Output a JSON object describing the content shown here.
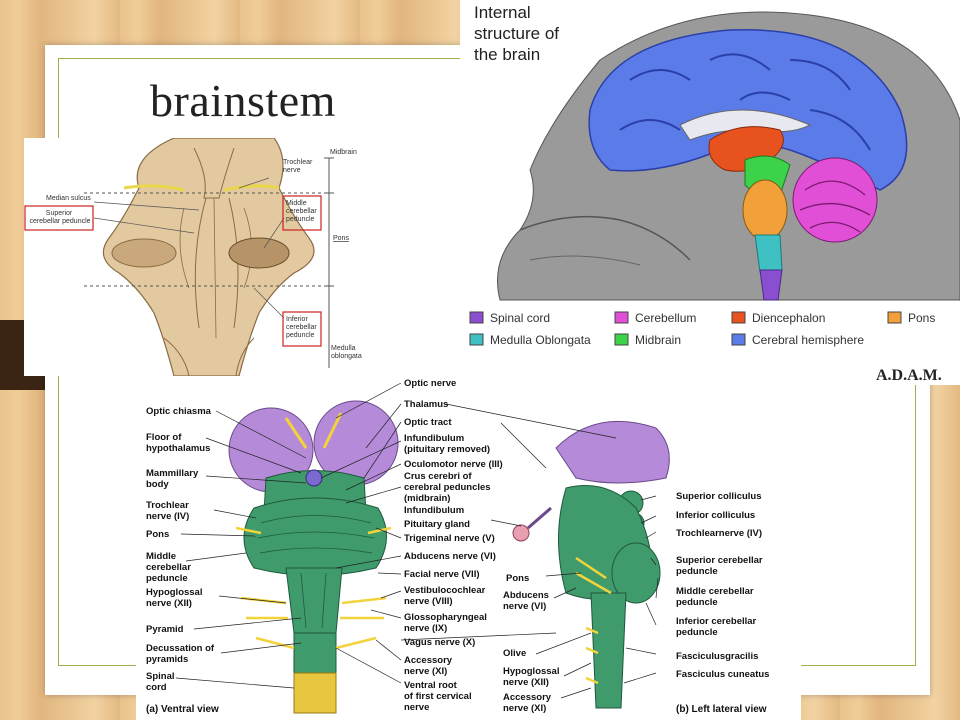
{
  "slide": {
    "title": "brainstem"
  },
  "dorsal_panel": {
    "labels": {
      "midbrain": "Midbrain",
      "trochlear": "Trochlear\nnerve",
      "median_sulcus": "Median sulcus",
      "superior_ped": "Superior\ncerebellar peduncle",
      "middle_ped": "Middle\ncerebellar\npeduncle",
      "pons": "Pons",
      "inferior_ped": "Inferior\ncerebellar\npeduncle",
      "medulla": "Medulla\noblongata"
    },
    "colors": {
      "tissue": "#e3c9a0",
      "outline": "#8a6b45",
      "highlight_box": "#cc2222",
      "nerve": "#e8d84a"
    }
  },
  "sagittal_panel": {
    "title": "Internal\nstructure of\nthe brain",
    "legend": [
      {
        "label": "Spinal cord",
        "color": "#8a4fd0"
      },
      {
        "label": "Cerebellum",
        "color": "#e14fd6"
      },
      {
        "label": "Diencephalon",
        "color": "#e8521f"
      },
      {
        "label": "Pons",
        "color": "#f2a13a"
      },
      {
        "label": "Medulla Oblongata",
        "color": "#3fc1c4"
      },
      {
        "label": "Midbrain",
        "color": "#3cd24a"
      },
      {
        "label": "Cerebral hemisphere",
        "color": "#5b7be8"
      }
    ],
    "logo": "A.D.A.M."
  },
  "views_panel": {
    "ventral_left_labels": [
      {
        "text": "Optic chiasma"
      },
      {
        "text": "Floor of\nhypothalamus"
      },
      {
        "text": "Mammillary\nbody"
      },
      {
        "text": "Trochlear\nnerve (IV)"
      },
      {
        "text": "Pons"
      },
      {
        "text": "Middle\ncerebellar\npeduncle"
      },
      {
        "text": "Hypoglossal\nnerve (XII)"
      },
      {
        "text": "Pyramid"
      },
      {
        "text": "Decussation of\npyramids"
      },
      {
        "text": "Spinal\ncord"
      }
    ],
    "center_labels": [
      {
        "text": "Optic nerve"
      },
      {
        "text": "Thalamus"
      },
      {
        "text": "Optic tract"
      },
      {
        "text": "Infundibulum\n(pituitary removed)"
      },
      {
        "text": "Oculomotor nerve (III)"
      },
      {
        "text": "Crus cerebri of\ncerebral peduncles\n(midbrain)"
      },
      {
        "text": "Infundibulum"
      },
      {
        "text": "Pituitary gland"
      },
      {
        "text": "Trigeminal nerve (V)"
      },
      {
        "text": "Abducens nerve (VI)"
      },
      {
        "text": "Facial nerve (VII)"
      },
      {
        "text": "Vestibulocochlear\nnerve (VIII)"
      },
      {
        "text": "Glossopharyngeal\nnerve (IX)"
      },
      {
        "text": "Vagus nerve (X)"
      },
      {
        "text": "Accessory\nnerve (XI)"
      },
      {
        "text": "Ventral root\nof first cervical\nnerve"
      }
    ],
    "lateral_left_labels": [
      {
        "text": "Pons"
      },
      {
        "text": "Abducens\nnerve (VI)"
      },
      {
        "text": "Olive"
      },
      {
        "text": "Hypoglossal\nnerve (XII)"
      },
      {
        "text": "Accessory\nnerve (XI)"
      }
    ],
    "lateral_right_labels": [
      {
        "text": "Superior colliculus"
      },
      {
        "text": "Inferior colliculus"
      },
      {
        "text": "Trochlearnerve (IV)"
      },
      {
        "text": "Superior cerebellar\npeduncle"
      },
      {
        "text": "Middle cerebellar\npeduncle"
      },
      {
        "text": "Inferior cerebellar\npeduncle"
      },
      {
        "text": "Fasciculusgracilis"
      },
      {
        "text": "Fasciculus cuneatus"
      }
    ],
    "captions": {
      "ventral": "(a) Ventral view",
      "lateral": "(b) Left lateral view"
    },
    "colors": {
      "brainstem": "#3f9a6c",
      "thalamus": "#b58ad8",
      "nerve": "#f2d33a",
      "spinal_yellow": "#e8c640"
    }
  }
}
